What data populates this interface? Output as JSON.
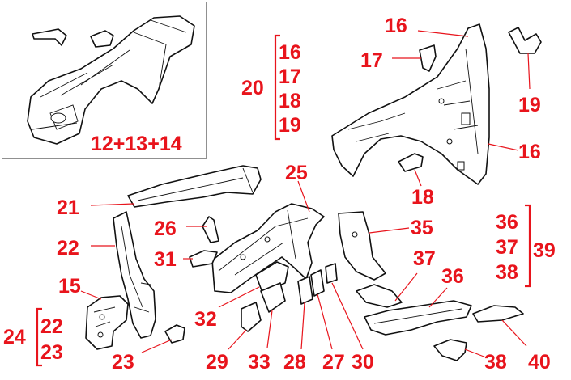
{
  "callouts": {
    "c12_13_14": "12+13+14",
    "c16_top": "16",
    "c16_right": "16",
    "c17": "17",
    "c18": "18",
    "c19": "19",
    "c20": "20",
    "c21": "21",
    "c22": "22",
    "c15": "15",
    "c24": "24",
    "c23": "23",
    "c25": "25",
    "c26": "26",
    "c31": "31",
    "c32": "32",
    "c29": "29",
    "c33": "33",
    "c28": "28",
    "c27": "27",
    "c30": "30",
    "c35": "35",
    "c37": "37",
    "c36": "36",
    "c38_bottom": "38",
    "c40": "40",
    "c39": "39"
  },
  "groups": {
    "group20": [
      "16",
      "17",
      "18",
      "19"
    ],
    "group24": [
      "22",
      "23"
    ],
    "group39": [
      "36",
      "37",
      "38"
    ]
  },
  "colors": {
    "label": "#e8141c",
    "line": "#111111",
    "background": "#ffffff"
  }
}
